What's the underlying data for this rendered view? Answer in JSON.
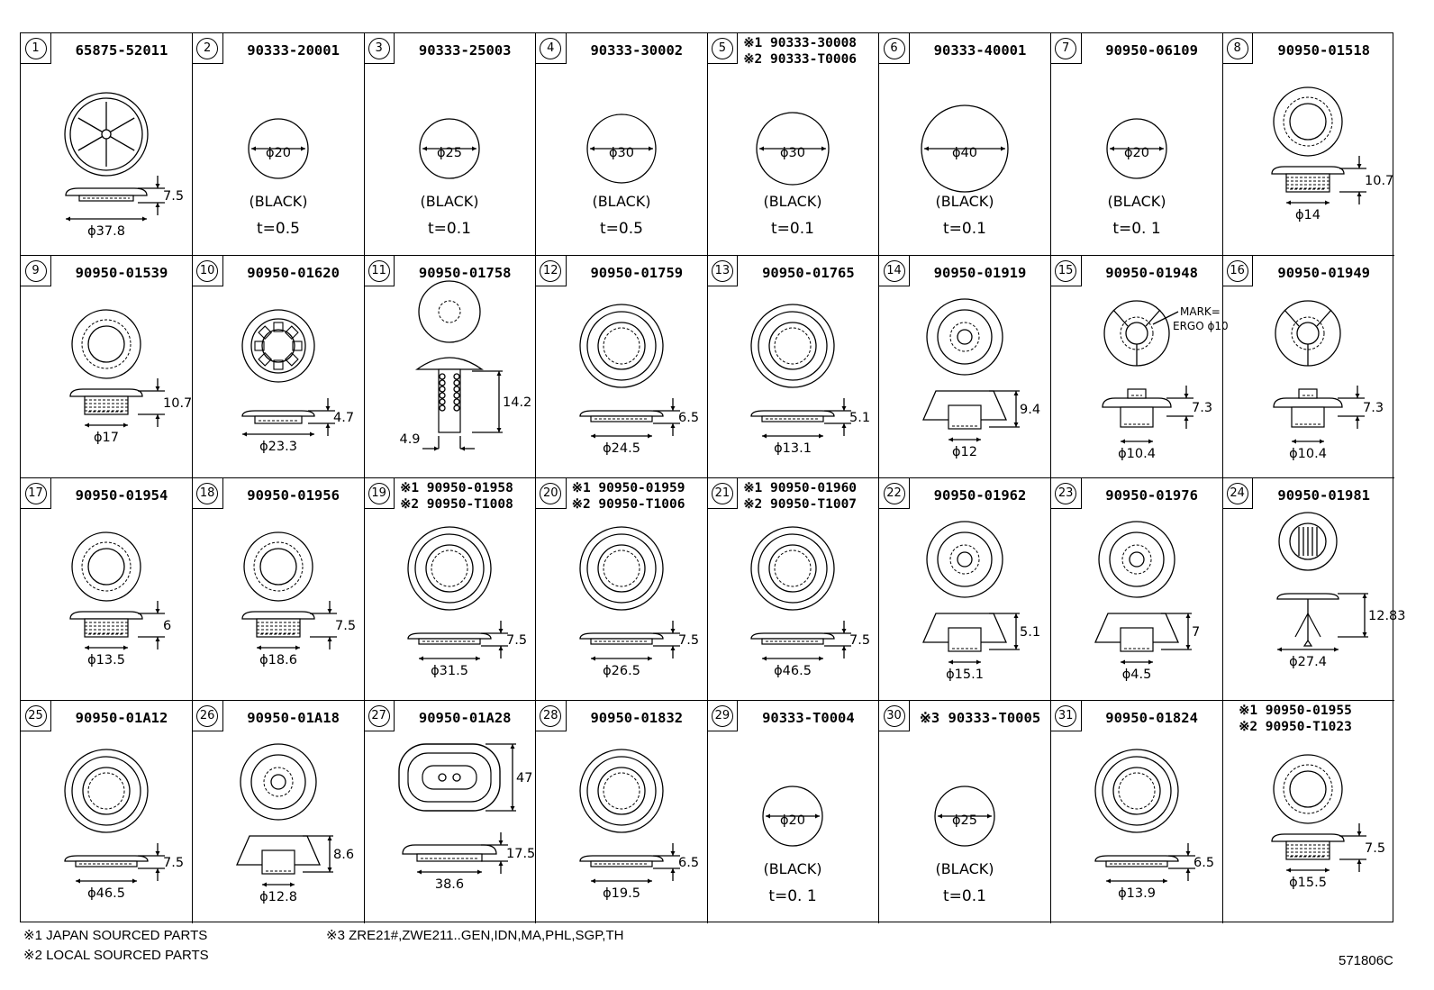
{
  "cells": [
    {
      "num": "1",
      "pn": "65875-52011",
      "kind": "wheel",
      "d": "ϕ37.8",
      "h": "7.5"
    },
    {
      "num": "2",
      "pn": "90333-20001",
      "kind": "seal",
      "d": "ϕ20",
      "r": 33,
      "color": "(BLACK)",
      "t": "t=0.5"
    },
    {
      "num": "3",
      "pn": "90333-25003",
      "kind": "seal",
      "d": "ϕ25",
      "r": 33,
      "color": "(BLACK)",
      "t": "t=0.1"
    },
    {
      "num": "4",
      "pn": "90333-30002",
      "kind": "seal",
      "d": "ϕ30",
      "r": 38,
      "color": "(BLACK)",
      "t": "t=0.5"
    },
    {
      "num": "5",
      "pn1": "※1 90333-30008",
      "pn2": "※2 90333-T0006",
      "kind": "seal",
      "d": "ϕ30",
      "r": 40,
      "color": "(BLACK)",
      "t": "t=0.1"
    },
    {
      "num": "6",
      "pn": "90333-40001",
      "kind": "seal",
      "d": "ϕ40",
      "r": 48,
      "color": "(BLACK)",
      "t": "t=0.1"
    },
    {
      "num": "7",
      "pn": "90950-06109",
      "kind": "seal",
      "d": "ϕ20",
      "r": 33,
      "color": "(BLACK)",
      "t": "t=0. 1"
    },
    {
      "num": "8",
      "pn": "90950-01518",
      "kind": "plug",
      "d": "ϕ14",
      "h": "10.7"
    },
    {
      "num": "9",
      "pn": "90950-01539",
      "kind": "plug",
      "d": "ϕ17",
      "h": "10.7"
    },
    {
      "num": "10",
      "pn": "90950-01620",
      "kind": "gear",
      "d": "ϕ23.3",
      "h": "4.7"
    },
    {
      "num": "11",
      "pn": "90950-01758",
      "kind": "pin",
      "w": "4.9",
      "h": "14.2"
    },
    {
      "num": "12",
      "pn": "90950-01759",
      "kind": "ring",
      "d": "ϕ24.5",
      "h": "6.5"
    },
    {
      "num": "13",
      "pn": "90950-01765",
      "kind": "ring",
      "d": "ϕ13.1",
      "h": "5.1"
    },
    {
      "num": "14",
      "pn": "90950-01919",
      "kind": "cap",
      "d": "ϕ12",
      "h": "9.4"
    },
    {
      "num": "15",
      "pn": "90950-01948",
      "kind": "clip",
      "d": "ϕ10.4",
      "h": "7.3",
      "mark1": "MARK=",
      "mark2": "ERGO ϕ10"
    },
    {
      "num": "16",
      "pn": "90950-01949",
      "kind": "clip",
      "d": "ϕ10.4",
      "h": "7.3"
    },
    {
      "num": "17",
      "pn": "90950-01954",
      "kind": "plug",
      "d": "ϕ13.5",
      "h": "6"
    },
    {
      "num": "18",
      "pn": "90950-01956",
      "kind": "plug",
      "d": "ϕ18.6",
      "h": "7.5"
    },
    {
      "num": "19",
      "pn1": "※1 90950-01958",
      "pn2": "※2 90950-T1008",
      "kind": "ring",
      "d": "ϕ31.5",
      "h": "7.5"
    },
    {
      "num": "20",
      "pn1": "※1 90950-01959",
      "pn2": "※2 90950-T1006",
      "kind": "ring",
      "d": "ϕ26.5",
      "h": "7.5"
    },
    {
      "num": "21",
      "pn1": "※1 90950-01960",
      "pn2": "※2 90950-T1007",
      "kind": "ring",
      "d": "ϕ46.5",
      "h": "7.5"
    },
    {
      "num": "22",
      "pn": "90950-01962",
      "kind": "cap",
      "d": "ϕ15.1",
      "h": "5.1"
    },
    {
      "num": "23",
      "pn": "90950-01976",
      "kind": "cap",
      "d": "ϕ4.5",
      "h": "7"
    },
    {
      "num": "24",
      "pn": "90950-01981",
      "kind": "rivet",
      "d": "ϕ27.4",
      "h": "12.83"
    },
    {
      "num": "25",
      "pn": "90950-01A12",
      "kind": "ring",
      "d": "ϕ46.5",
      "h": "7.5"
    },
    {
      "num": "26",
      "pn": "90950-01A18",
      "kind": "cap",
      "d": "ϕ12.8",
      "h": "8.6"
    },
    {
      "num": "27",
      "pn": "90950-01A28",
      "kind": "oval",
      "d": "38.6",
      "h": "17.5",
      "v": "47"
    },
    {
      "num": "28",
      "pn": "90950-01832",
      "kind": "ring",
      "d": "ϕ19.5",
      "h": "6.5"
    },
    {
      "num": "29",
      "pn": "90333-T0004",
      "kind": "seal",
      "d": "ϕ20",
      "r": 33,
      "color": "(BLACK)",
      "t": "t=0. 1"
    },
    {
      "num": "30",
      "pn": "※3 90333-T0005",
      "kind": "seal",
      "d": "ϕ25",
      "r": 33,
      "color": "(BLACK)",
      "t": "t=0.1"
    },
    {
      "num": "31",
      "pn": "90950-01824",
      "kind": "ring",
      "d": "ϕ13.9",
      "h": "6.5"
    },
    {
      "num": "",
      "pn1": "※1 90950-01955",
      "pn2": "※2 90950-T1023",
      "kind": "plug",
      "d": "ϕ15.5",
      "h": "7.5"
    }
  ],
  "footnotes": {
    "n1": "※1 JAPAN SOURCED PARTS",
    "n2": "※2 LOCAL SOURCED PARTS",
    "n3": "※3 ZRE21#,ZWE211..GEN,IDN,MA,PHL,SGP,TH",
    "code": "571806C"
  }
}
